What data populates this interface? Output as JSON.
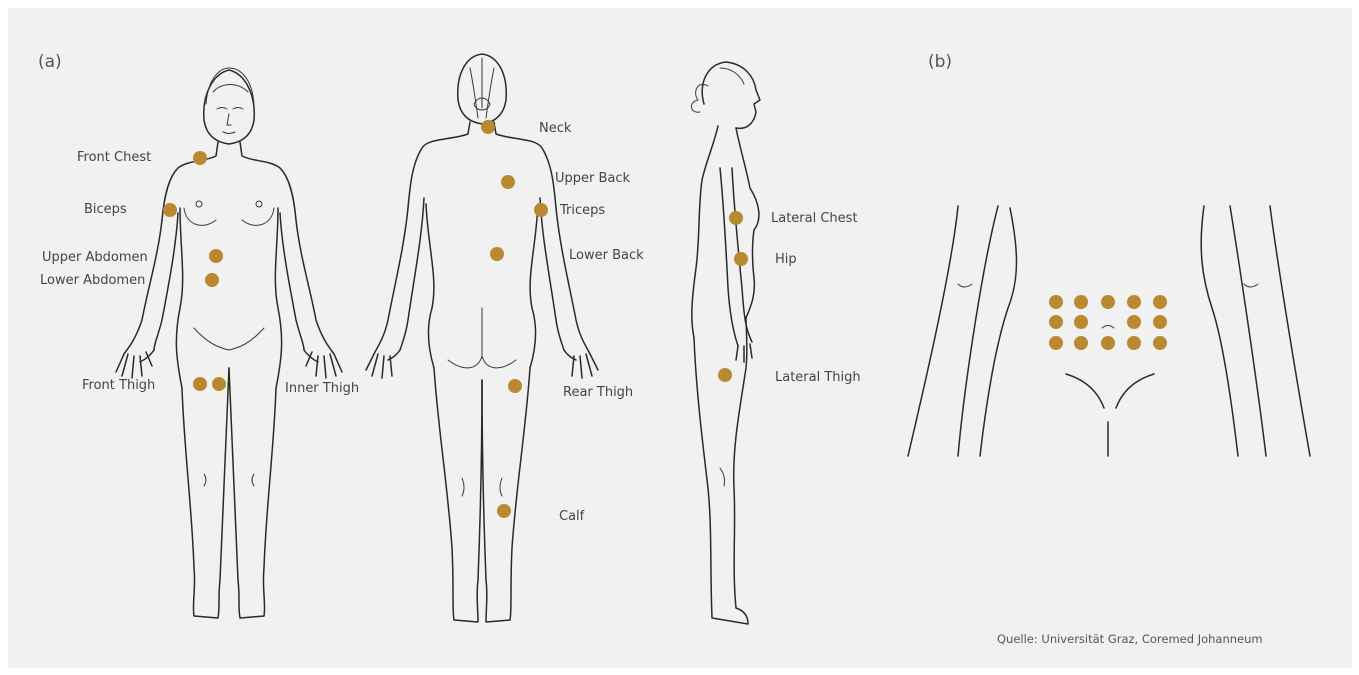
{
  "panels": {
    "a_label": "(a)",
    "b_label": "(b)"
  },
  "front_view": {
    "labels": {
      "front_chest": "Front Chest",
      "biceps": "Biceps",
      "upper_abdomen": "Upper Abdomen",
      "lower_abdomen": "Lower Abdomen",
      "front_thigh": "Front Thigh",
      "inner_thigh": "Inner Thigh"
    }
  },
  "back_view": {
    "labels": {
      "neck": "Neck",
      "upper_back": "Upper Back",
      "triceps": "Triceps",
      "lower_back": "Lower Back",
      "rear_thigh": "Rear Thigh",
      "calf": "Calf"
    }
  },
  "side_view": {
    "labels": {
      "lateral_chest": "Lateral Chest",
      "hip": "Hip",
      "lateral_thigh": "Lateral Thigh"
    }
  },
  "abdomen_grid": {
    "rows": 3,
    "columns": 5,
    "note": "navel sits at centre of grid"
  },
  "colors": {
    "marker": "#b9892f",
    "background": "#f1f1f1",
    "line": "#2a2a2a"
  },
  "source": "Quelle: Universität Graz, Coremed Johanneum"
}
